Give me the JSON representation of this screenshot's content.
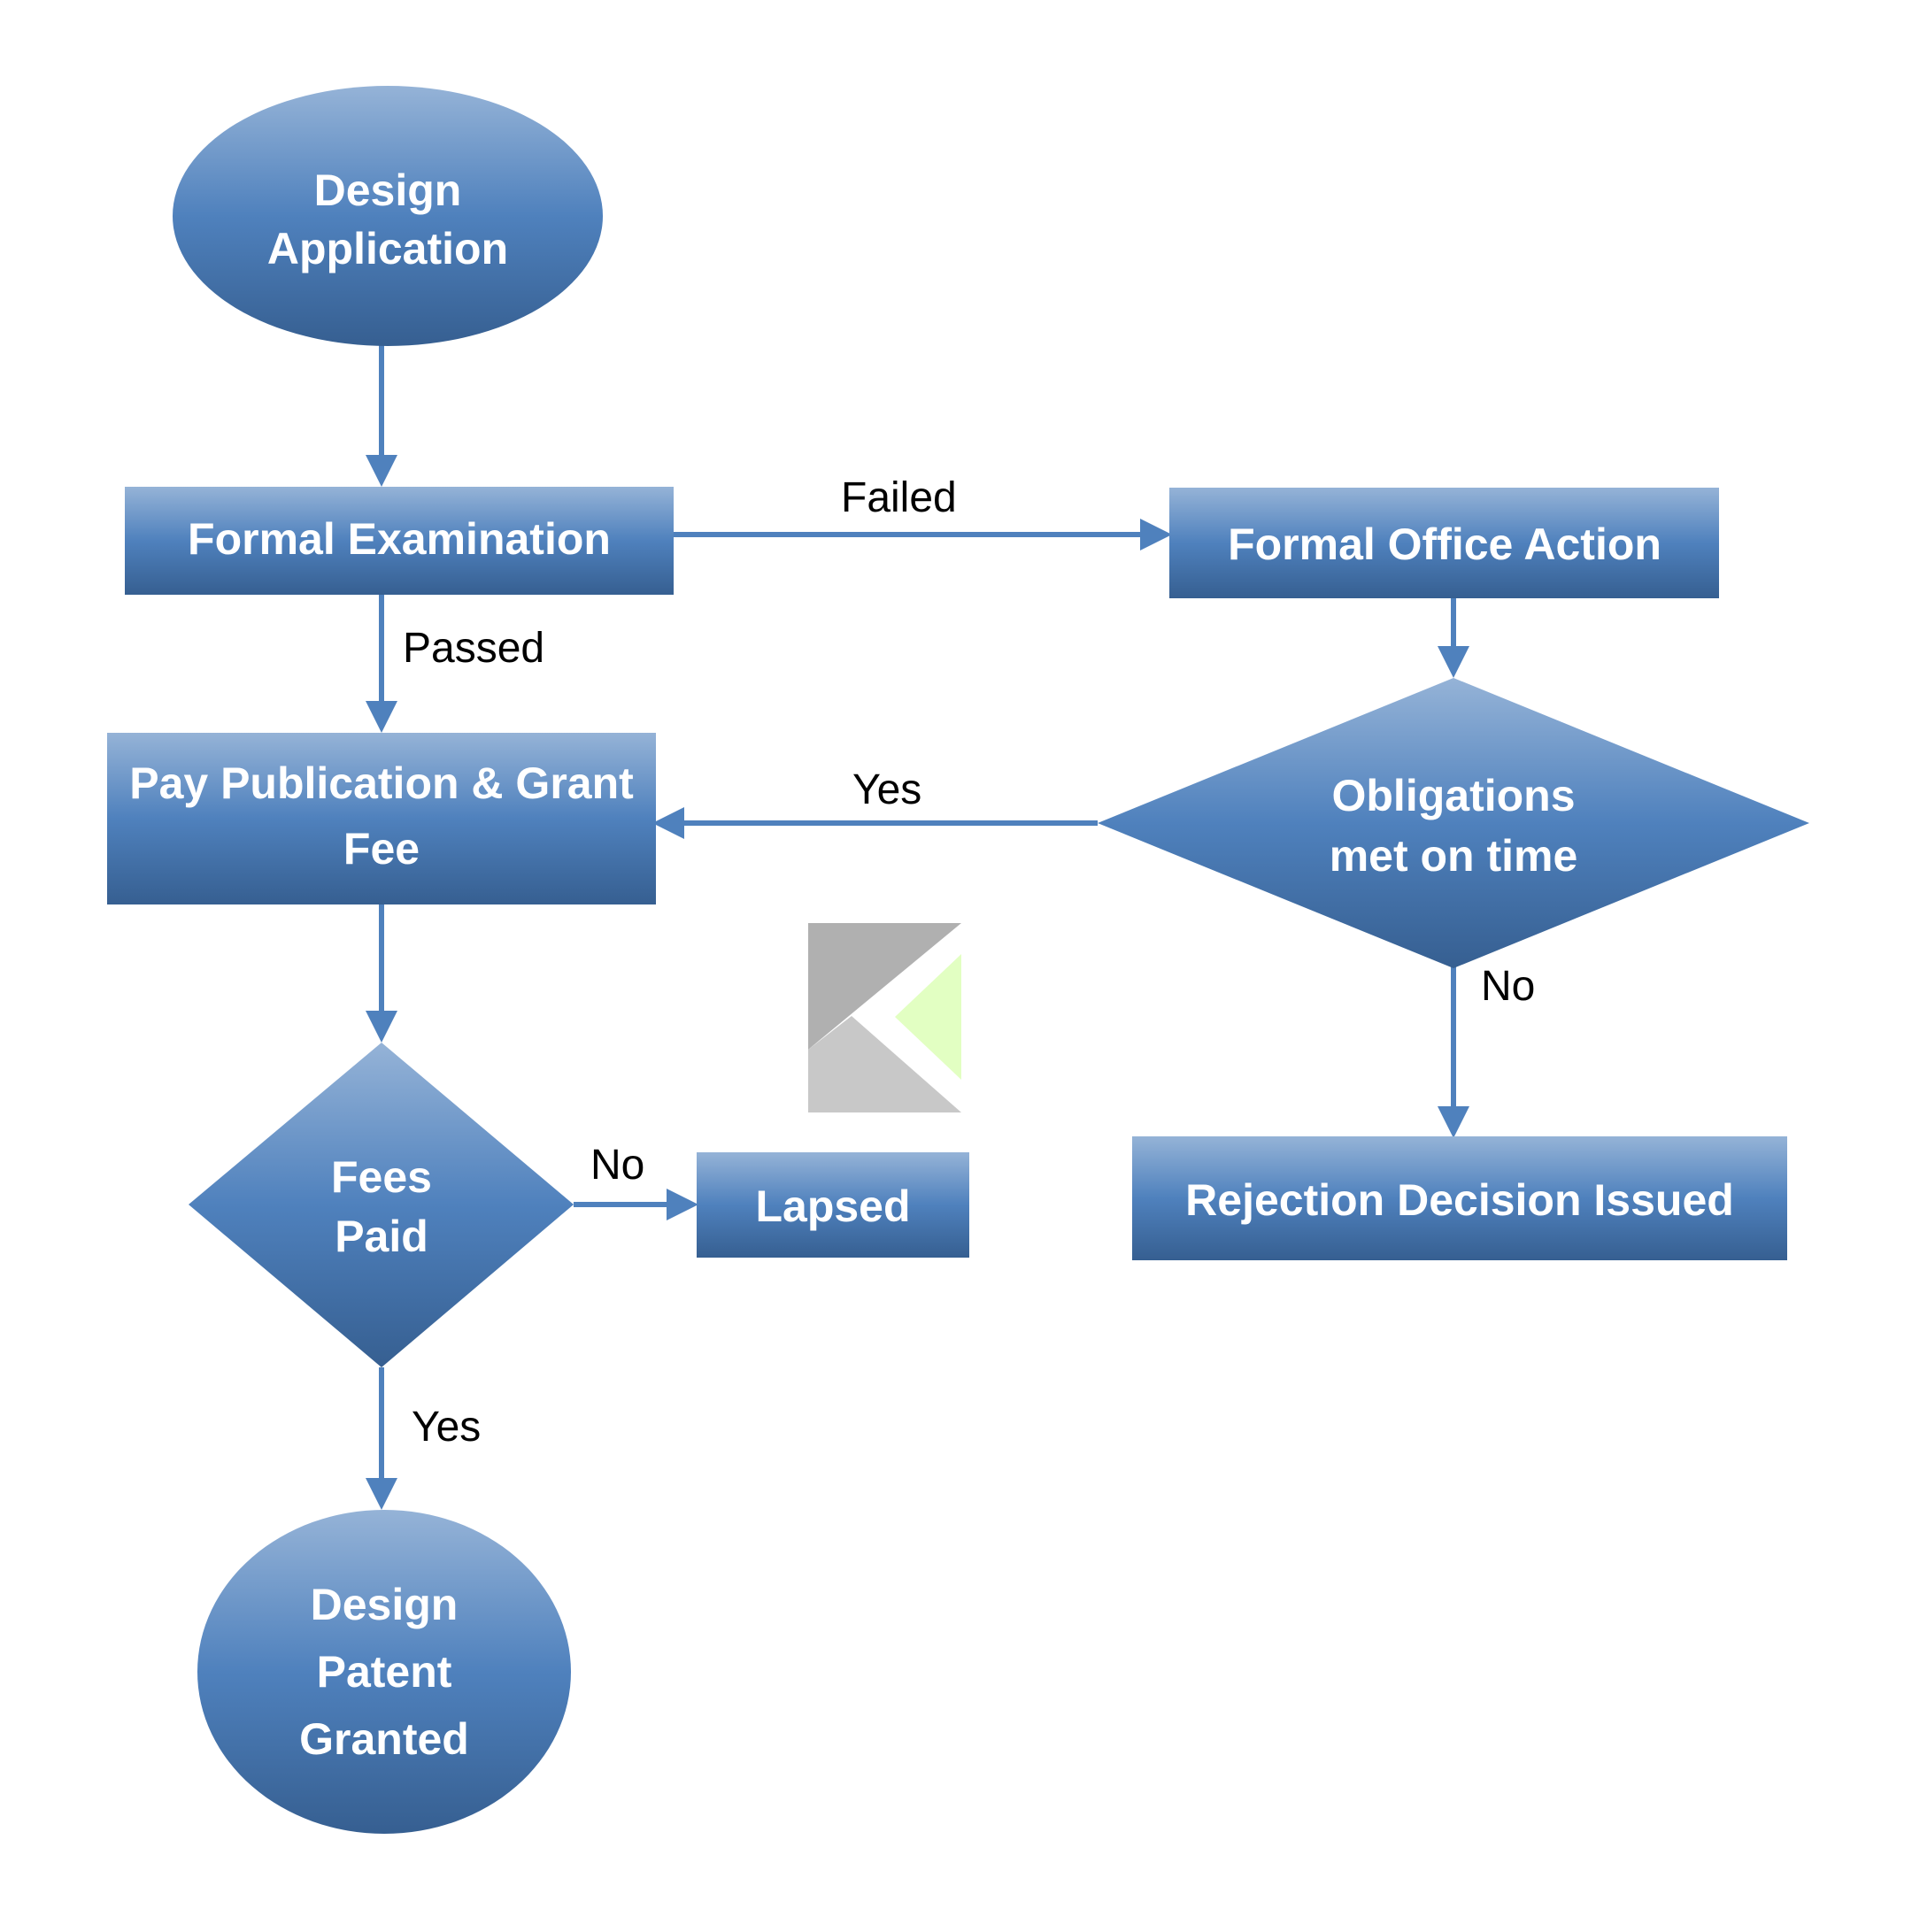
{
  "nodes": {
    "design_application": [
      "Design",
      "Application"
    ],
    "formal_examination": [
      "Formal Examination"
    ],
    "formal_office_action": [
      "Formal Office Action"
    ],
    "pay_fee": [
      "Pay Publication & Grant",
      "Fee"
    ],
    "obligations": [
      "Obligations",
      "met on time"
    ],
    "fees_paid": [
      "Fees",
      "Paid"
    ],
    "lapsed": [
      "Lapsed"
    ],
    "rejection": [
      "Rejection Decision Issued"
    ],
    "granted": [
      "Design",
      "Patent",
      "Granted"
    ]
  },
  "edges": {
    "failed": "Failed",
    "passed": "Passed",
    "obligations_yes": "Yes",
    "obligations_no": "No",
    "fees_no": "No",
    "fees_yes": "Yes"
  },
  "colors": {
    "shape_top": "#95b3d7",
    "shape_mid": "#4f81bd",
    "shape_bottom": "#365f91",
    "connector": "#4f81bd",
    "logo_dark": "#b0b0b0",
    "logo_light": "#c8c8c8",
    "logo_accent": "#e2ffc2"
  },
  "logo": "watermark-logo"
}
